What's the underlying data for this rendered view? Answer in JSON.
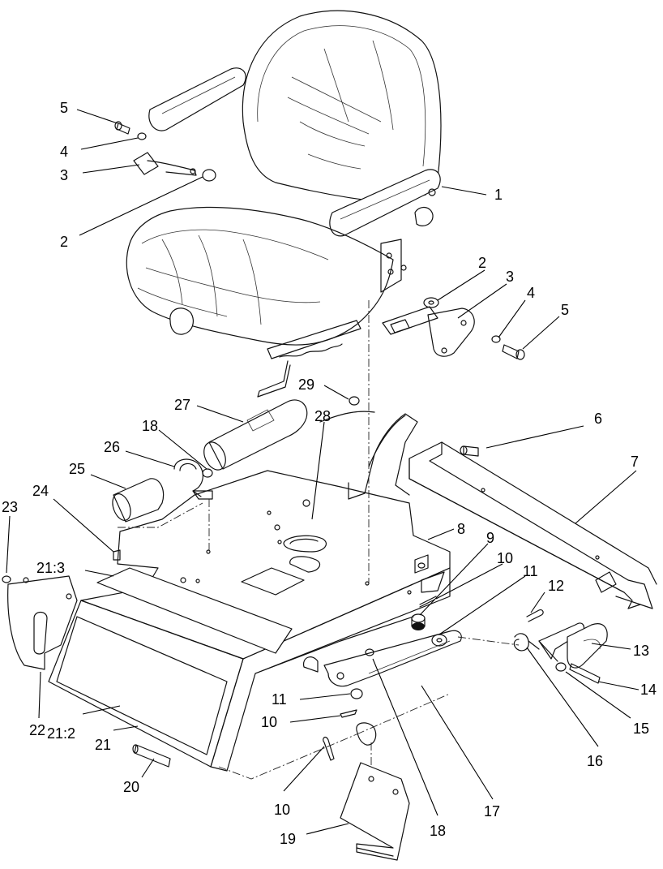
{
  "callouts": [
    {
      "id": "c1",
      "label": "1"
    },
    {
      "id": "c2a",
      "label": "2"
    },
    {
      "id": "c2b",
      "label": "2"
    },
    {
      "id": "c3a",
      "label": "3"
    },
    {
      "id": "c3b",
      "label": "3"
    },
    {
      "id": "c4a",
      "label": "4"
    },
    {
      "id": "c4b",
      "label": "4"
    },
    {
      "id": "c5a",
      "label": "5"
    },
    {
      "id": "c5b",
      "label": "5"
    },
    {
      "id": "c6",
      "label": "6"
    },
    {
      "id": "c7",
      "label": "7"
    },
    {
      "id": "c8",
      "label": "8"
    },
    {
      "id": "c9",
      "label": "9"
    },
    {
      "id": "c10a",
      "label": "10"
    },
    {
      "id": "c10b",
      "label": "10"
    },
    {
      "id": "c10c",
      "label": "10"
    },
    {
      "id": "c11a",
      "label": "11"
    },
    {
      "id": "c11b",
      "label": "11"
    },
    {
      "id": "c12",
      "label": "12"
    },
    {
      "id": "c13",
      "label": "13"
    },
    {
      "id": "c14",
      "label": "14"
    },
    {
      "id": "c15",
      "label": "15"
    },
    {
      "id": "c16",
      "label": "16"
    },
    {
      "id": "c17",
      "label": "17"
    },
    {
      "id": "c18a",
      "label": "18"
    },
    {
      "id": "c18b",
      "label": "18"
    },
    {
      "id": "c19",
      "label": "19"
    },
    {
      "id": "c20",
      "label": "20"
    },
    {
      "id": "c21",
      "label": "21"
    },
    {
      "id": "c21_2",
      "label": "21:2"
    },
    {
      "id": "c21_3",
      "label": "21:3"
    },
    {
      "id": "c22",
      "label": "22"
    },
    {
      "id": "c23",
      "label": "23"
    },
    {
      "id": "c24",
      "label": "24"
    },
    {
      "id": "c25",
      "label": "25"
    },
    {
      "id": "c26",
      "label": "26"
    },
    {
      "id": "c27",
      "label": "27"
    },
    {
      "id": "c28",
      "label": "28"
    },
    {
      "id": "c29",
      "label": "29"
    }
  ]
}
